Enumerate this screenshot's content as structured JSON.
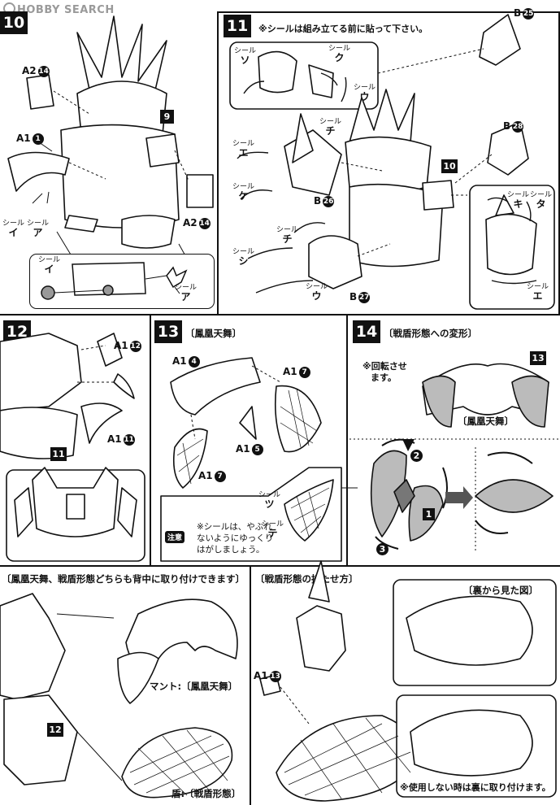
{
  "watermark": {
    "text": "HOBBY SEARCH"
  },
  "seal_word": "シール",
  "steps": {
    "s10": {
      "number": "10",
      "labels": {
        "a2_top": "A2",
        "a2_top_n": "14",
        "a1": "A1",
        "a1_n": "1",
        "a2_bottom": "A2",
        "a2_bottom_n": "14",
        "ref": "9"
      },
      "seals": [
        "イ",
        "ア"
      ],
      "detail_seals": [
        "イ",
        "ア"
      ]
    },
    "s11": {
      "number": "11",
      "note": "※シールは組み立てる前に貼って下さい。",
      "labels": {
        "b25": "B",
        "b25_n": "25",
        "b28": "B",
        "b28_n": "28",
        "b26": "B",
        "b26_n": "26",
        "b27": "B",
        "b27_n": "27",
        "ref": "10"
      },
      "seals_top": [
        "ソ",
        "ク",
        "ウ"
      ],
      "seals_mid": [
        "チ",
        "エ",
        "ケ"
      ],
      "seals_low": [
        "チ",
        "シ",
        "ウ"
      ],
      "seals_right": [
        "キ",
        "タ",
        "エ"
      ]
    },
    "s12": {
      "number": "12",
      "labels": {
        "a1_top": "A1",
        "a1_top_n": "12",
        "a1_bot": "A1",
        "a1_bot_n": "11",
        "ref": "11"
      }
    },
    "s13": {
      "number": "13",
      "title": "〔鳳凰天舞〕",
      "labels": {
        "a1_4": "A1",
        "a1_4_n": "4",
        "a1_7a": "A1",
        "a1_7a_n": "7",
        "a1_5": "A1",
        "a1_5_n": "5",
        "a1_7b": "A1",
        "a1_7b_n": "7"
      },
      "seals": [
        "ツ",
        "テ"
      ],
      "caution": "注意",
      "note_lines": [
        "※シールは、やぶれ",
        "ないようにゆっくり",
        "はがしましょう。"
      ]
    },
    "s14": {
      "number": "14",
      "title": "〔戦盾形態への変形〕",
      "rotate_note": [
        "※回転させ",
        "ます。"
      ],
      "ref": "13",
      "caption": "〔鳳凰天舞〕",
      "arrows": [
        "1",
        "2",
        "3"
      ]
    },
    "bottom_left": {
      "title": "〔鳳凰天舞、戦盾形態どちらも背中に取り付けできます〕",
      "ref": "12",
      "mantle": "マント:〔鳳凰天舞〕",
      "shield": "盾:〔戦盾形態〕"
    },
    "bottom_right": {
      "title": "〔戦盾形態の持たせ方〕",
      "back_view": "〔裏から見た図〕",
      "a1_13": "A1",
      "a1_13_n": "13",
      "note": "※使用しない時は裏に取り付けます。"
    }
  }
}
